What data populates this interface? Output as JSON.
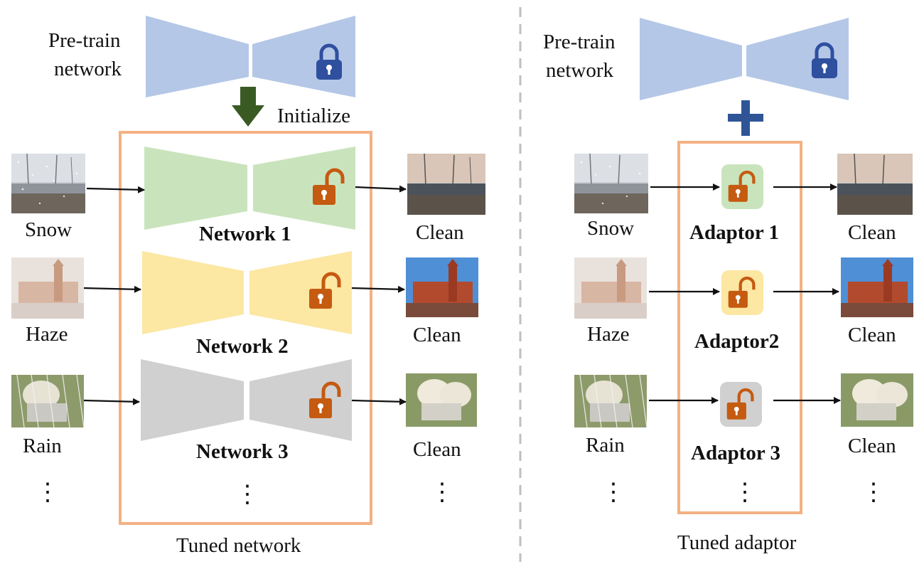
{
  "left": {
    "pretrain_label_line1": "Pre-train",
    "pretrain_label_line2": "network",
    "init_label": "Initialize",
    "caption": "Tuned network",
    "rows": [
      {
        "input": "Snow",
        "module": "Network 1",
        "output": "Clean",
        "color": "#c9e4bc"
      },
      {
        "input": "Haze",
        "module": "Network 2",
        "output": "Clean",
        "color": "#fce7a3"
      },
      {
        "input": "Rain",
        "module": "Network 3",
        "output": "Clean",
        "color": "#d0d0d0"
      }
    ],
    "ellipsis": "⋮"
  },
  "right": {
    "pretrain_label_line1": "Pre-train",
    "pretrain_label_line2": "network",
    "caption": "Tuned adaptor",
    "rows": [
      {
        "input": "Snow",
        "module": "Adaptor 1",
        "output": "Clean",
        "color": "#c9e4bc"
      },
      {
        "input": "Haze",
        "module": "Adaptor2",
        "output": "Clean",
        "color": "#fce7a3"
      },
      {
        "input": "Rain",
        "module": "Adaptor 3",
        "output": "Clean",
        "color": "#d0d0d0"
      }
    ],
    "ellipsis": "⋮"
  },
  "colors": {
    "pretrain": "#b4c7e7",
    "lock": "#2f4f9f",
    "unlock": "#c55a11",
    "init_arrow": "#3a5a24",
    "plus": "#2f5597",
    "frame": "#f4b183",
    "divider": "#bfbfbf"
  },
  "icons": {
    "lock": "lock-icon",
    "unlock": "unlock-icon",
    "arrow": "arrow-right-icon",
    "init": "arrow-down-icon",
    "plus": "plus-icon"
  }
}
